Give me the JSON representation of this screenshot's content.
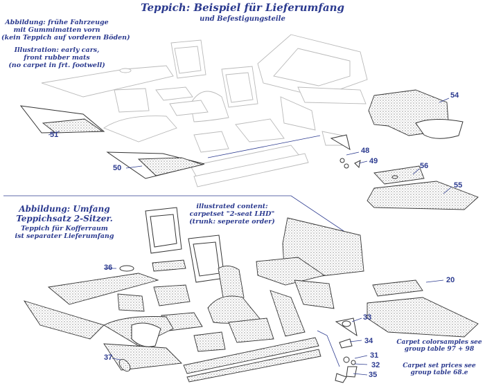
{
  "title": "Teppich: Beispiel für Lieferumfang",
  "subtitle": "und Befestigungsteile",
  "note_early_de": [
    "Abbildung: frühe Fahrzeuge",
    "mit Gummimatten vorn",
    "(kein Teppich auf vorderen Böden)"
  ],
  "note_early_en": [
    "Illustration: early cars,",
    "front rubber mats",
    "(no carpet in frt. footwell)"
  ],
  "note_scope_de": [
    "Abbildung: Umfang",
    "Teppichsatz 2-Sitzer."
  ],
  "note_trunk_de": [
    "Teppich für Kofferraum",
    "ist separater Lieferumfang"
  ],
  "note_content_en": [
    "illustrated content:",
    "carpetset \"2-seat LHD\"",
    "(trunk: seperate order)"
  ],
  "note_samples": [
    "Carpet colorsamples see",
    "group table 97 + 98"
  ],
  "note_prices": [
    "Carpet set prices see",
    "group table 68.e"
  ],
  "callouts": {
    "c51": "51",
    "c50": "50",
    "c54": "54",
    "c48": "48",
    "c49": "49",
    "c56": "56",
    "c55": "55",
    "c36": "36",
    "c20": "20",
    "c33": "33",
    "c34": "34",
    "c37": "37",
    "c31": "31",
    "c32": "32",
    "c35": "35"
  },
  "colors": {
    "text": "#2b3a8f",
    "line": "#333333",
    "ghost": "#b9b9b9"
  }
}
